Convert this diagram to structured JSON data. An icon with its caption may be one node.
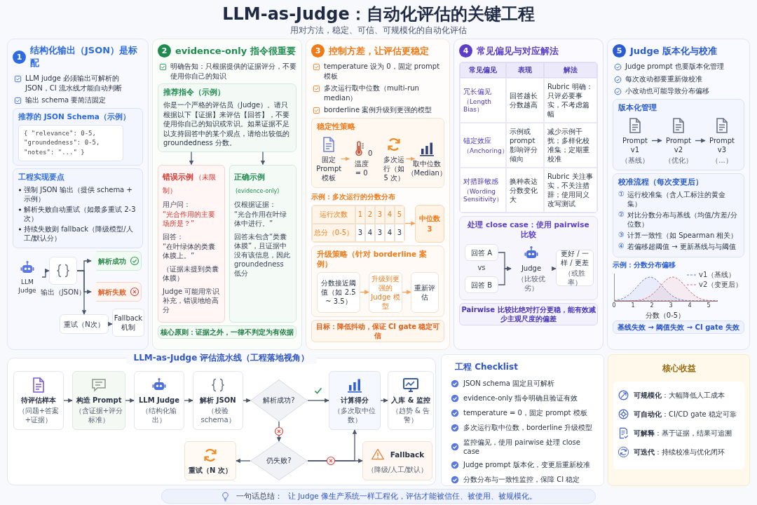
{
  "diagram": {
    "title": "LLM-as-Judge：自动化评估的关键工程",
    "nodes": [
      {
        "text": [
          "1",
          "结构化输出（JSON）是标配",
          "LLM judge 必须输出可解析的 JSON，CI 流水线才能自动判断",
          "输出 schema 要简洁固定"
        ]
      },
      {
        "text": [
          "推荐的 JSON Schema（示例）"
        ],
        "in": 0
      },
      {
        "text": [
          "{ \"relevance\": 0-5, \"groundedness\": 0-5, \"notes\": \"...\" }"
        ],
        "in": 1
      },
      {
        "text": [
          "工程实现要点",
          "强制 JSON 输出（提供 schema + 示例）",
          "解析失败自动重试（如最多重试 2-3 次）",
          "持续失败则 fallback（降级模型/人工/默认分）"
        ],
        "in": 0
      },
      {
        "text": [
          "LLM Judge"
        ],
        "in": 0
      },
      {
        "text": [],
        "shape": "box",
        "in": 0,
        "beside": [
          "输出（JSON）"
        ]
      },
      {
        "text": [
          "解析成功"
        ],
        "in": 0
      },
      {
        "text": [
          "解析失败"
        ],
        "in": 0
      },
      {
        "text": [
          "重试（N次）"
        ],
        "in": 0
      },
      {
        "text": [
          "Fallback 机制"
        ],
        "in": 0
      },
      {
        "text": [
          "2",
          "evidence-only 指令很重要",
          "明确告知：只根据提供的证据评分，不要使用你自己的知识"
        ]
      },
      {
        "text": [
          "推荐指令（示例）",
          "你是一个严格的评估员（Judge）。请只根据以下【证据】来评估【回答】，不要使用你自己的知识或常识。如果证据不足以支持回答中的某个观点，请给出较低的 groundedness 分数。"
        ],
        "in": 10
      },
      {
        "text": [
          "错误示例",
          "（未限制）",
          "用户问：",
          "“光合作用的主要场所是？”",
          "回答：",
          "“在叶绿体的类囊体膜上。”",
          "（证据未提到类囊体膜）",
          "Judge 可能用常识补充，错误地给高分"
        ],
        "in": 10
      },
      {
        "text": [
          "正确示例",
          "(evidence-only)",
          "仅根据证据：",
          "“光合作用在叶绿体中进行。”",
          "回答未包含“类囊体膜”，且证据中没有该信息，因此 groundedness 低分"
        ],
        "in": 10
      },
      {
        "text": [
          "核心原则：证据之外，一律不判定为有依据"
        ],
        "in": 10
      },
      {
        "text": [
          "3",
          "控制方差，让评估更稳定",
          "temperature 设为 0，固定 prompt 模板",
          "多次运行取中位数（multi-run median）",
          "borderline 案例升级到更强的模型"
        ]
      },
      {
        "text": [
          "稳定性策略"
        ],
        "in": 15
      },
      {
        "text": [
          "固定 Prompt 模板"
        ],
        "in": 16
      },
      {
        "text": [
          "0",
          "温度 = 0"
        ],
        "in": 16
      },
      {
        "text": [
          "多次运行（如 5 次）"
        ],
        "in": 16
      },
      {
        "text": [
          "取中位数（Median）"
        ],
        "in": 16
      },
      {
        "text": [
          "运行次数",
          "1",
          "2",
          "3",
          "4",
          "5",
          "总分（0-5）",
          "3",
          "4",
          "3",
          "4",
          "3"
        ],
        "in": 15,
        "beside": [
          "示例：多次运行的分数分布"
        ]
      },
      {
        "text": [
          "中位数",
          "3"
        ],
        "in": 15
      },
      {
        "text": [
          "升级策略（针对 borderline 案例）"
        ],
        "in": 15
      },
      {
        "text": [
          "分数接近阈值（如 2.5 ~ 3.5）"
        ],
        "in": 23
      },
      {
        "text": [
          "升级到更强的 Judge 模型"
        ],
        "in": 23
      },
      {
        "text": [
          "重新评估"
        ],
        "in": 23
      },
      {
        "text": [
          "目标：降低抖动，保证 CI gate 稳定可信"
        ],
        "in": 15
      },
      {
        "text": [
          "4",
          "常见偏见与对应解法"
        ]
      },
      {
        "text": [
          "常见偏见",
          "表现",
          "解法",
          "冗长偏见",
          "（Length Bias）",
          "回答越长分数越高",
          "Rubric 明确：只评必要事实，不考虑篇幅",
          "锚定效应",
          "（Anchoring）",
          "示例或 prompt 影响评分倾向",
          "减少示例干扰；多样化校准集；定期重校准",
          "对措辞敏感",
          "（Wording Sensitivity）",
          "换种表达分数变化大",
          "Rubric 关注事实，不关注措辞；使用同义改写测试"
        ],
        "in": 28
      },
      {
        "text": [
          "处理 close case：使用 pairwise 比较"
        ],
        "in": 28
      },
      {
        "text": [
          "回答 A"
        ],
        "in": 30,
        "beside": [
          "vs"
        ]
      },
      {
        "text": [
          "回答 B"
        ],
        "in": 30
      },
      {
        "text": [
          "Judge",
          "（比较优劣）"
        ],
        "in": 30
      },
      {
        "text": [
          "更好 / 一样 / 更差",
          "（或胜率）"
        ],
        "in": 30
      },
      {
        "text": [
          "Pairwise 比较比绝对打分更稳，能有效减少主观尺度的偏差"
        ],
        "in": 28
      },
      {
        "text": [
          "5",
          "Judge 版本化与校准",
          "Judge prompt 也要版本化管理",
          "每次改动都要重新做校准",
          "小改动也可能导致分布偏移"
        ]
      },
      {
        "text": [
          "版本化管理"
        ],
        "in": 36
      },
      {
        "text": [
          "Prompt v1",
          "（基线）"
        ],
        "in": 37
      },
      {
        "text": [
          "Prompt v2",
          "（优化）"
        ],
        "in": 37
      },
      {
        "text": [
          "Prompt v3",
          "（...）"
        ],
        "in": 37
      },
      {
        "text": [
          "校准流程（每次变更后）",
          "①",
          "运行校准集（含人工标注的黄金集）",
          "②",
          "对比分数分布与基线（均值/方差/分位数）",
          "③",
          "计算一致性（如 Spearman 相关）",
          "④",
          "若偏移超阈值 → 更新基线与与阈值"
        ],
        "in": 36
      },
      {
        "text": [
          "基线失效 → 阈值失效 → CI gate 失效"
        ],
        "in": 36
      },
      {
        "text": [
          "LLM-as-Judge 评估流水线（工程落地视角）"
        ]
      },
      {
        "text": [
          "待评估样本",
          "（问题+答案+证据）"
        ],
        "in": 43
      },
      {
        "text": [
          "构造 Prompt",
          "（含证据+评分标准）"
        ],
        "in": 43
      },
      {
        "text": [
          "LLM Judge",
          "（结构化输出）"
        ],
        "in": 43
      },
      {
        "text": [
          "解析 JSON",
          "（校验 schema）"
        ],
        "in": 43
      },
      {
        "text": [
          "解析成功?"
        ],
        "in": 43
      },
      {
        "text": [
          "计算得分",
          "（多次取中位数）"
        ],
        "in": 43
      },
      {
        "text": [
          "入库 & 监控",
          "（趋势 & 告警）"
        ],
        "in": 43
      },
      {
        "text": [
          "仍失败?"
        ],
        "in": 43
      },
      {
        "text": [
          "重试（N 次）"
        ],
        "in": 43
      },
      {
        "text": [
          "Fallback",
          "（降级/人工/默认）"
        ],
        "in": 43
      },
      {
        "text": [
          "工程 Checklist",
          "JSON schema 固定且可解析",
          "evidence-only 指令明确且验证有效",
          "temperature = 0，固定 prompt 模板",
          "多次运行取中位数，borderline 升级模型",
          "监控偏见，使用 pairwise 处理 close case",
          "Judge prompt 版本化，变更后重新校准",
          "分数分布与一致性监控，保障 CI 稳定"
        ]
      },
      {
        "text": [
          "核心收益",
          "**可规模化**：大幅降低人工成本",
          "**可自动化**：CI/CD gate 稳定可靠",
          "**可解释**：基于证据，结果可追溯",
          "**可迭代**：持续校准与优化闭环"
        ]
      },
      {
        "text": [
          "一句话总结：",
          "让 Judge 像生产系统一样工程化，评估才能被信任、被使用、被规模化。"
        ]
      }
    ],
    "edges": [
      {
        "from": 4,
        "to": 5,
        "arrow": "to"
      },
      {
        "from": 5,
        "to": 6,
        "arrow": "to"
      },
      {
        "from": 5,
        "to": 7,
        "arrow": "to"
      },
      {
        "from": 5,
        "to": 8,
        "arrow": "to"
      },
      {
        "from": 8,
        "to": 9,
        "arrow": "to"
      },
      {
        "from": 11,
        "to": 12,
        "arrow": "to"
      },
      {
        "from": 11,
        "to": 13,
        "arrow": "to"
      },
      {
        "from": 17,
        "to": 18,
        "arrow": "to",
        "color": "#f5a25d"
      },
      {
        "from": 19,
        "to": 20,
        "arrow": "to",
        "color": "#f5a25d"
      },
      {
        "from": 21,
        "to": 22,
        "arrow": "to",
        "color": "#f5a25d"
      },
      {
        "from": 24,
        "to": 25,
        "arrow": "to",
        "color": "#f5a25d"
      },
      {
        "from": 25,
        "to": 26,
        "arrow": "to",
        "color": "#f5a25d"
      },
      {
        "from": 31,
        "to": 33,
        "arrow": "to"
      },
      {
        "from": 32,
        "to": 33,
        "arrow": "to"
      },
      {
        "from": 33,
        "to": 34,
        "arrow": "to"
      },
      {
        "from": 38,
        "to": 39,
        "arrow": "to"
      },
      {
        "from": 39,
        "to": 40,
        "arrow": "to"
      },
      {
        "from": 44,
        "to": 45,
        "arrow": "to"
      },
      {
        "from": 45,
        "to": 46,
        "arrow": "to"
      },
      {
        "from": 46,
        "to": 47,
        "arrow": "to"
      },
      {
        "from": 47,
        "to": 48,
        "arrow": "to"
      },
      {
        "from": 48,
        "to": 49,
        "arrow": "to"
      },
      {
        "from": 49,
        "to": 50,
        "arrow": "to"
      },
      {
        "from": 48,
        "to": 51,
        "arrow": "to"
      },
      {
        "from": 51,
        "to": 52,
        "arrow": "to"
      },
      {
        "from": 51,
        "to": 53,
        "arrow": "to"
      },
      {
        "from": 51,
        "to": 49,
        "arrow": "to"
      }
    ],
    "labels": [
      "用对方法，稳定、可信、可规模化的自动化评估",
      "示例：分数分布偏移",
      "0",
      "1",
      "2",
      "3",
      "4",
      "5",
      "分数（0-5）"
    ],
    "legend": [
      {
        "text": "v1（基线）"
      },
      {
        "text": "v2（变更后）"
      }
    ]
  }
}
